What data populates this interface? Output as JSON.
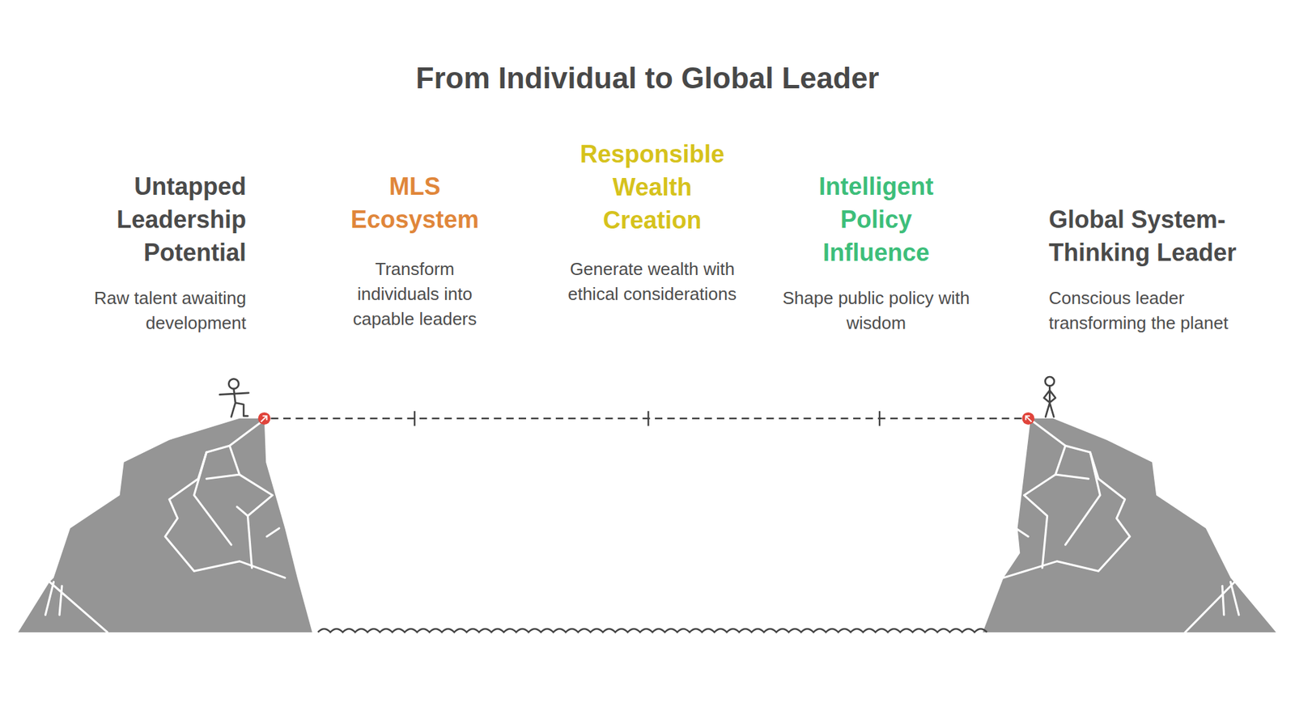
{
  "diagram": {
    "title": "From Individual to Global Leader",
    "labels": [
      "Untapped Leadership Potential",
      "Raw talent awaiting development",
      "MLS Ecosystem",
      "Transform individuals into capable leaders",
      "Responsible Wealth Creation",
      "Generate wealth with ethical considerations",
      "Intelligent Policy Influence",
      "Shape public policy with wisdom",
      "Global System-Thinking Leader",
      "Conscious leader transforming the planet"
    ]
  }
}
